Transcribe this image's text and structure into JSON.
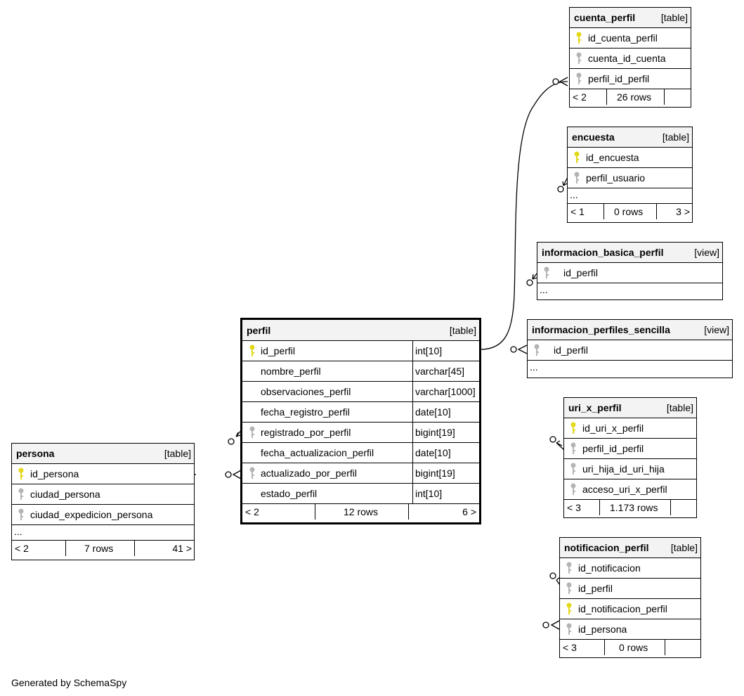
{
  "footer_text": "Generated by SchemaSpy",
  "colors": {
    "primary_key": "#e3d81a",
    "foreign_key": "#b4b4b4",
    "header_bg": "#f3f3f3"
  },
  "entities": {
    "cuenta_perfil": {
      "name": "cuenta_perfil",
      "kind": "[table]",
      "cols": [
        {
          "name": "id_cuenta_perfil",
          "key": "pk"
        },
        {
          "name": "cuenta_id_cuenta",
          "key": "fk"
        },
        {
          "name": "perfil_id_perfil",
          "key": "fk"
        }
      ],
      "footer": {
        "left": "< 2",
        "mid": "26 rows",
        "right": ""
      }
    },
    "encuesta": {
      "name": "encuesta",
      "kind": "[table]",
      "cols": [
        {
          "name": "id_encuesta",
          "key": "pk"
        },
        {
          "name": "perfil_usuario",
          "key": "fk"
        }
      ],
      "ellipsis": "...",
      "footer": {
        "left": "< 1",
        "mid": "0 rows",
        "right": "3 >"
      }
    },
    "informacion_basica_perfil": {
      "name": "informacion_basica_perfil",
      "kind": "[view]",
      "cols": [
        {
          "name": "id_perfil",
          "key": "fk"
        }
      ],
      "ellipsis": "..."
    },
    "informacion_perfiles_sencilla": {
      "name": "informacion_perfiles_sencilla",
      "kind": "[view]",
      "cols": [
        {
          "name": "id_perfil",
          "key": "fk"
        }
      ],
      "ellipsis": "..."
    },
    "uri_x_perfil": {
      "name": "uri_x_perfil",
      "kind": "[table]",
      "cols": [
        {
          "name": "id_uri_x_perfil",
          "key": "pk"
        },
        {
          "name": "perfil_id_perfil",
          "key": "fk"
        },
        {
          "name": "uri_hija_id_uri_hija",
          "key": "fk"
        },
        {
          "name": "acceso_uri_x_perfil",
          "key": "fk"
        }
      ],
      "footer": {
        "left": "< 3",
        "mid": "1.173 rows",
        "right": ""
      }
    },
    "notificacion_perfil": {
      "name": "notificacion_perfil",
      "kind": "[table]",
      "cols": [
        {
          "name": "id_notificacion",
          "key": "fk"
        },
        {
          "name": "id_perfil",
          "key": "fk"
        },
        {
          "name": "id_notificacion_perfil",
          "key": "pk"
        },
        {
          "name": "id_persona",
          "key": "fk"
        }
      ],
      "footer": {
        "left": "< 3",
        "mid": "0 rows",
        "right": ""
      }
    },
    "perfil": {
      "name": "perfil",
      "kind": "[table]",
      "cols": [
        {
          "name": "id_perfil",
          "type": "int[10]",
          "key": "pk"
        },
        {
          "name": "nombre_perfil",
          "type": "varchar[45]",
          "key": ""
        },
        {
          "name": "observaciones_perfil",
          "type": "varchar[1000]",
          "key": ""
        },
        {
          "name": "fecha_registro_perfil",
          "type": "date[10]",
          "key": ""
        },
        {
          "name": "registrado_por_perfil",
          "type": "bigint[19]",
          "key": "fk"
        },
        {
          "name": "fecha_actualizacion_perfil",
          "type": "date[10]",
          "key": ""
        },
        {
          "name": "actualizado_por_perfil",
          "type": "bigint[19]",
          "key": "fk"
        },
        {
          "name": "estado_perfil",
          "type": "int[10]",
          "key": ""
        }
      ],
      "footer": {
        "left": "< 2",
        "mid": "12 rows",
        "right": "6 >"
      }
    },
    "persona": {
      "name": "persona",
      "kind": "[table]",
      "cols": [
        {
          "name": "id_persona",
          "key": "pk"
        },
        {
          "name": "ciudad_persona",
          "key": "fk"
        },
        {
          "name": "ciudad_expedicion_persona",
          "key": "fk"
        }
      ],
      "ellipsis": "...",
      "footer": {
        "left": "< 2",
        "mid": "7 rows",
        "right": "41 >"
      }
    }
  }
}
